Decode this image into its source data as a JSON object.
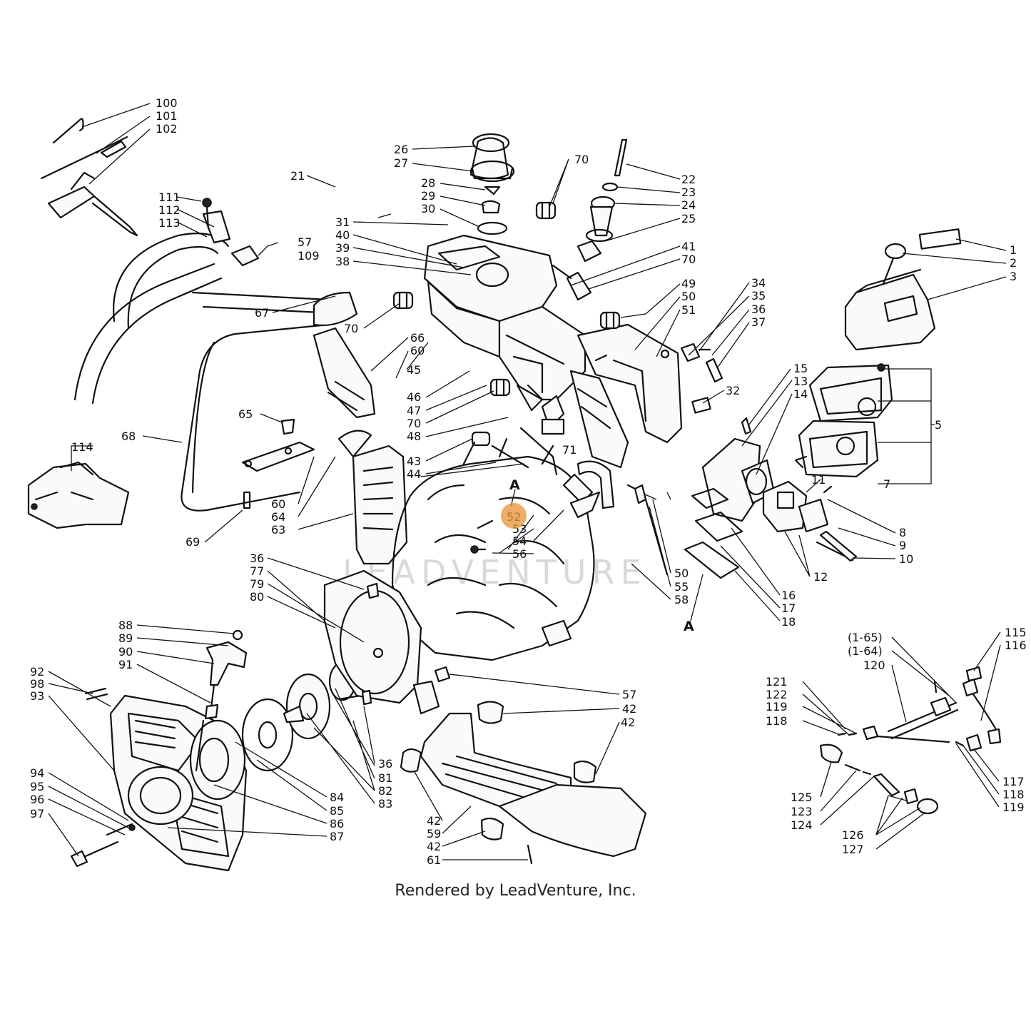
{
  "diagram": {
    "footer": "Rendered by LeadVenture, Inc.",
    "watermark": "LEADVENTURE",
    "accent_color": "#e8963c",
    "highlighted_part": "52",
    "section_marker": "A",
    "part_labels": [
      "1",
      "2",
      "3",
      "5",
      "7",
      "8",
      "9",
      "10",
      "11",
      "12",
      "13",
      "14",
      "15",
      "16",
      "17",
      "18",
      "21",
      "22",
      "23",
      "24",
      "25",
      "26",
      "27",
      "28",
      "29",
      "30",
      "31",
      "32",
      "34",
      "35",
      "36",
      "37",
      "38",
      "39",
      "40",
      "41",
      "42",
      "43",
      "44",
      "45",
      "46",
      "47",
      "48",
      "49",
      "50",
      "51",
      "52",
      "53",
      "54",
      "55",
      "56",
      "57",
      "58",
      "59",
      "60",
      "61",
      "63",
      "64",
      "65",
      "66",
      "67",
      "68",
      "69",
      "70",
      "71",
      "77",
      "79",
      "80",
      "81",
      "82",
      "83",
      "84",
      "85",
      "86",
      "87",
      "88",
      "89",
      "90",
      "91",
      "92",
      "93",
      "94",
      "95",
      "96",
      "97",
      "98",
      "100",
      "101",
      "102",
      "109",
      "111",
      "112",
      "113",
      "114",
      "115",
      "116",
      "117",
      "118",
      "119",
      "120",
      "121",
      "122",
      "123",
      "124",
      "125",
      "126",
      "127",
      "(1-65)",
      "(1-64)"
    ]
  }
}
